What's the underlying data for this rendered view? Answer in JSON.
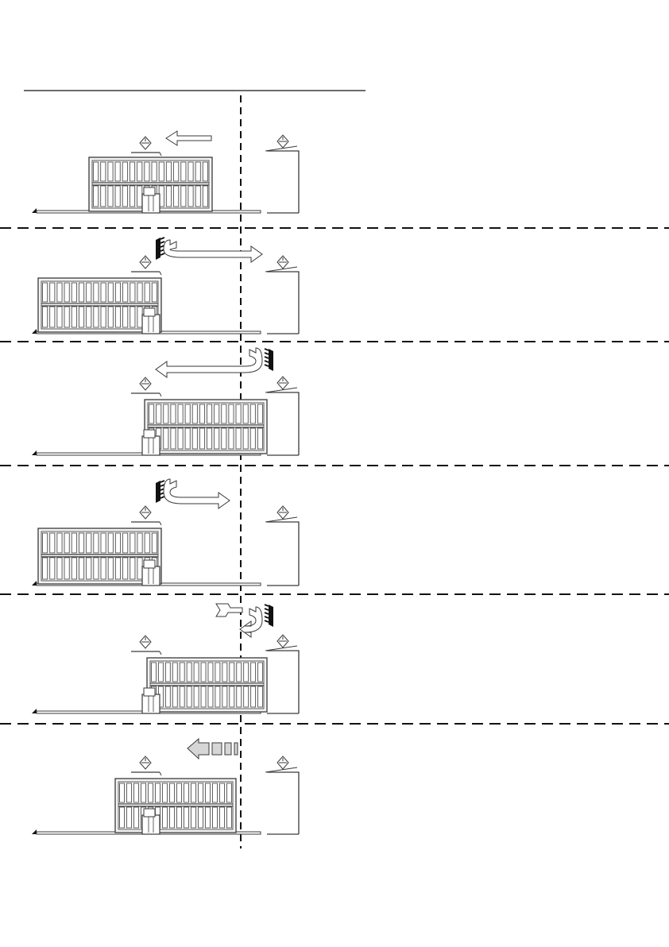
{
  "colors": {
    "line": "#3a3a3a",
    "gate_fill": "#f3f3f3",
    "gate_bars": "#555555",
    "arrow_fill_light": "#ffffff",
    "arrow_fill_grey": "#d6d6d6",
    "obstacle": "#111111"
  },
  "icons": [
    "flashing-lamp-icon",
    "hand-obstacle-icon",
    "arrow-left-icon",
    "arrow-u-turn-icon",
    "motor-unit-icon"
  ],
  "panels": [
    {
      "id": "step-1",
      "gate_state": "open-moving-left",
      "arrow": "solid-left",
      "obstacle": false
    },
    {
      "id": "step-2",
      "gate_state": "open-obstacle-reverse",
      "arrow": "u-turn-right",
      "obstacle": true
    },
    {
      "id": "step-3",
      "gate_state": "closed-obstacle-reverse",
      "arrow": "u-turn-left",
      "obstacle": true
    },
    {
      "id": "step-4",
      "gate_state": "open-obstacle-reverse",
      "arrow": "u-turn-right",
      "obstacle": true
    },
    {
      "id": "step-5",
      "gate_state": "closed-obstacle-short-reverse",
      "arrow": "u-turn-small",
      "obstacle": true
    },
    {
      "id": "step-6",
      "gate_state": "partial-moving-left",
      "arrow": "dashed-left",
      "obstacle": false
    }
  ]
}
